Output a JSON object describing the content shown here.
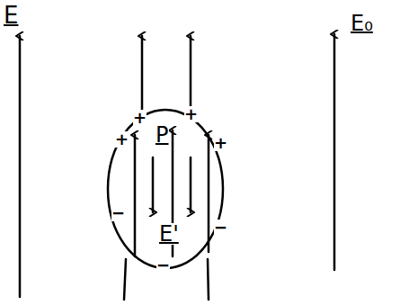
{
  "diagram": {
    "nodes": [
      {
        "text": [
          "P",
          "E'"
        ]
      }
    ],
    "labels": [
      "E",
      "E₀",
      "+",
      "+",
      "+",
      "+",
      "−",
      "−",
      "−"
    ]
  }
}
